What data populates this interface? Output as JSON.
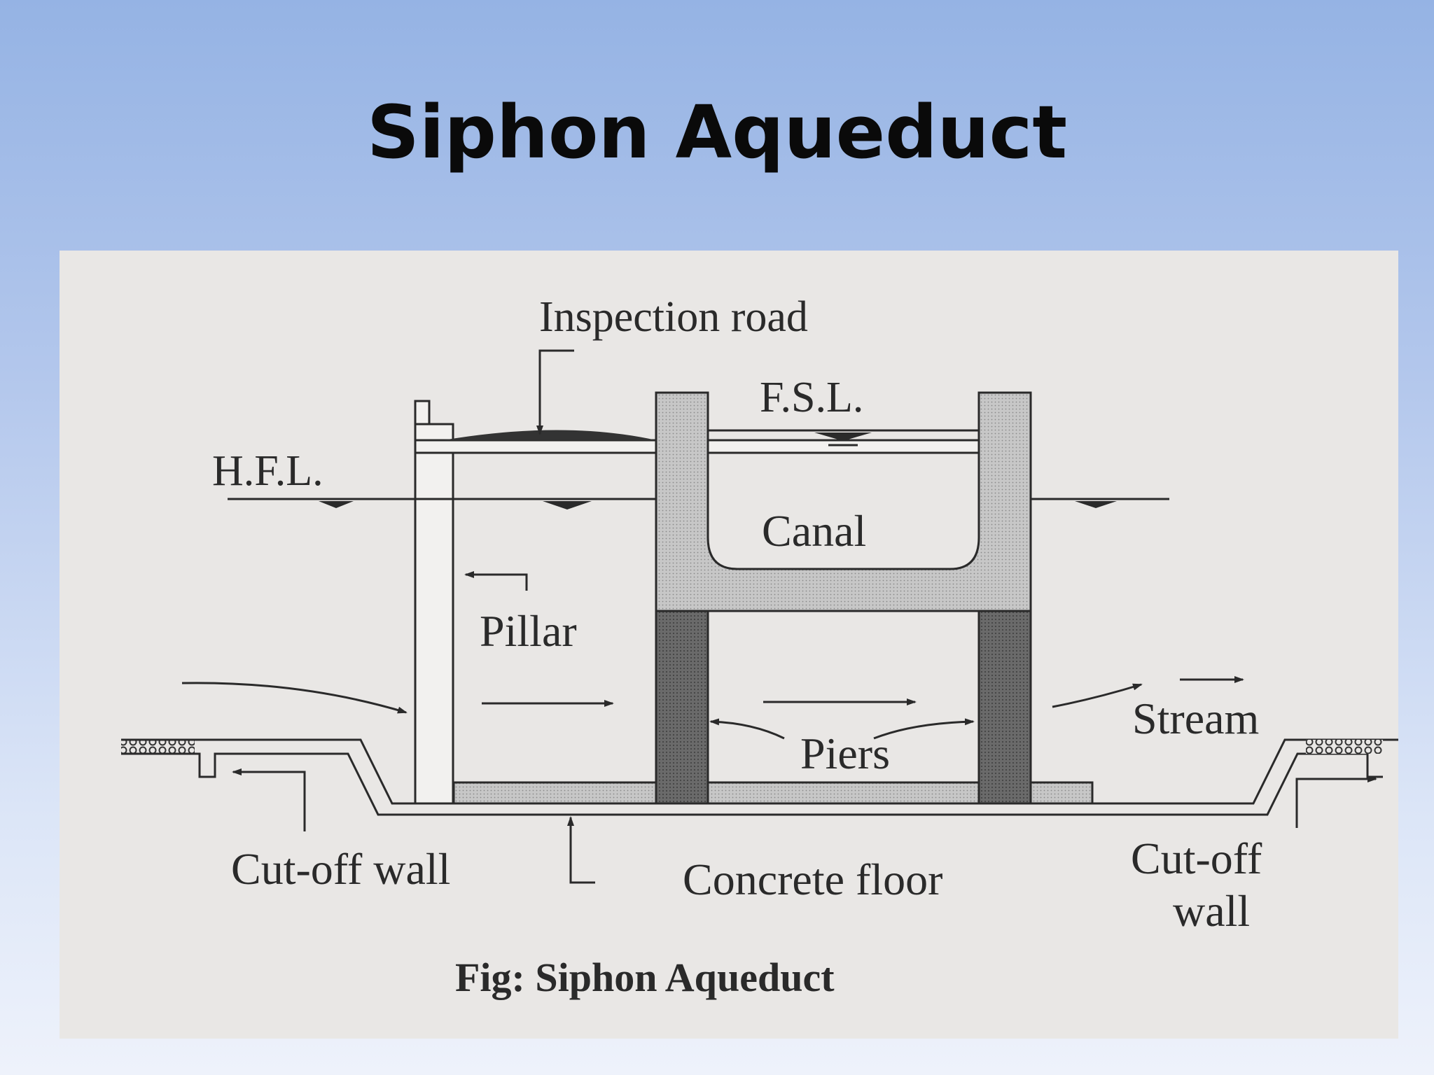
{
  "slide": {
    "title": "Siphon Aqueduct"
  },
  "diagram": {
    "labels": {
      "inspection_road": "Inspection road",
      "fsl": "F.S.L.",
      "hfl": "H.F.L.",
      "canal": "Canal",
      "pillar": "Pillar",
      "piers": "Piers",
      "stream": "Stream",
      "cutoff_wall_left": "Cut-off wall",
      "concrete_floor": "Concrete floor",
      "cutoff_wall_right_line1": "Cut-off",
      "cutoff_wall_right_line2": "wall"
    },
    "caption": "Fig: Siphon Aqueduct"
  },
  "colors": {
    "background_top": "#95b3e4",
    "background_bottom": "#eef2fb",
    "panel": "#e9e7e5",
    "ink": "#2a2a2a",
    "concrete_light": "#c4c4c4",
    "concrete_dark": "#5e5e5e"
  }
}
